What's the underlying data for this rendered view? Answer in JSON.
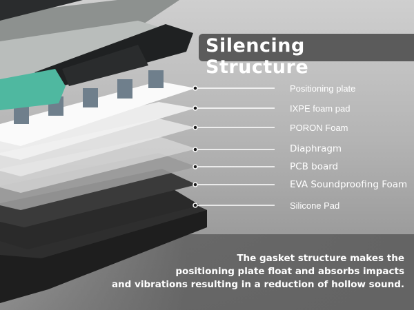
{
  "title": "Silencing Structure",
  "layers": [
    {
      "label": "Positioning plate"
    },
    {
      "label": "IXPE foam pad"
    },
    {
      "label": "PORON Foam"
    },
    {
      "label": "Diaphragm"
    },
    {
      "label": "PCB board"
    },
    {
      "label": "EVA Soundproofing Foam"
    },
    {
      "label": "Silicone Pad"
    }
  ],
  "description": [
    "The gasket structure makes the",
    "positioning plate float and absorbs impacts",
    "and vibrations resulting in a reduction of hollow sound."
  ],
  "colors": {
    "accent_keycap": "#4fb8a0",
    "title_bg": "#5b5b5b"
  }
}
